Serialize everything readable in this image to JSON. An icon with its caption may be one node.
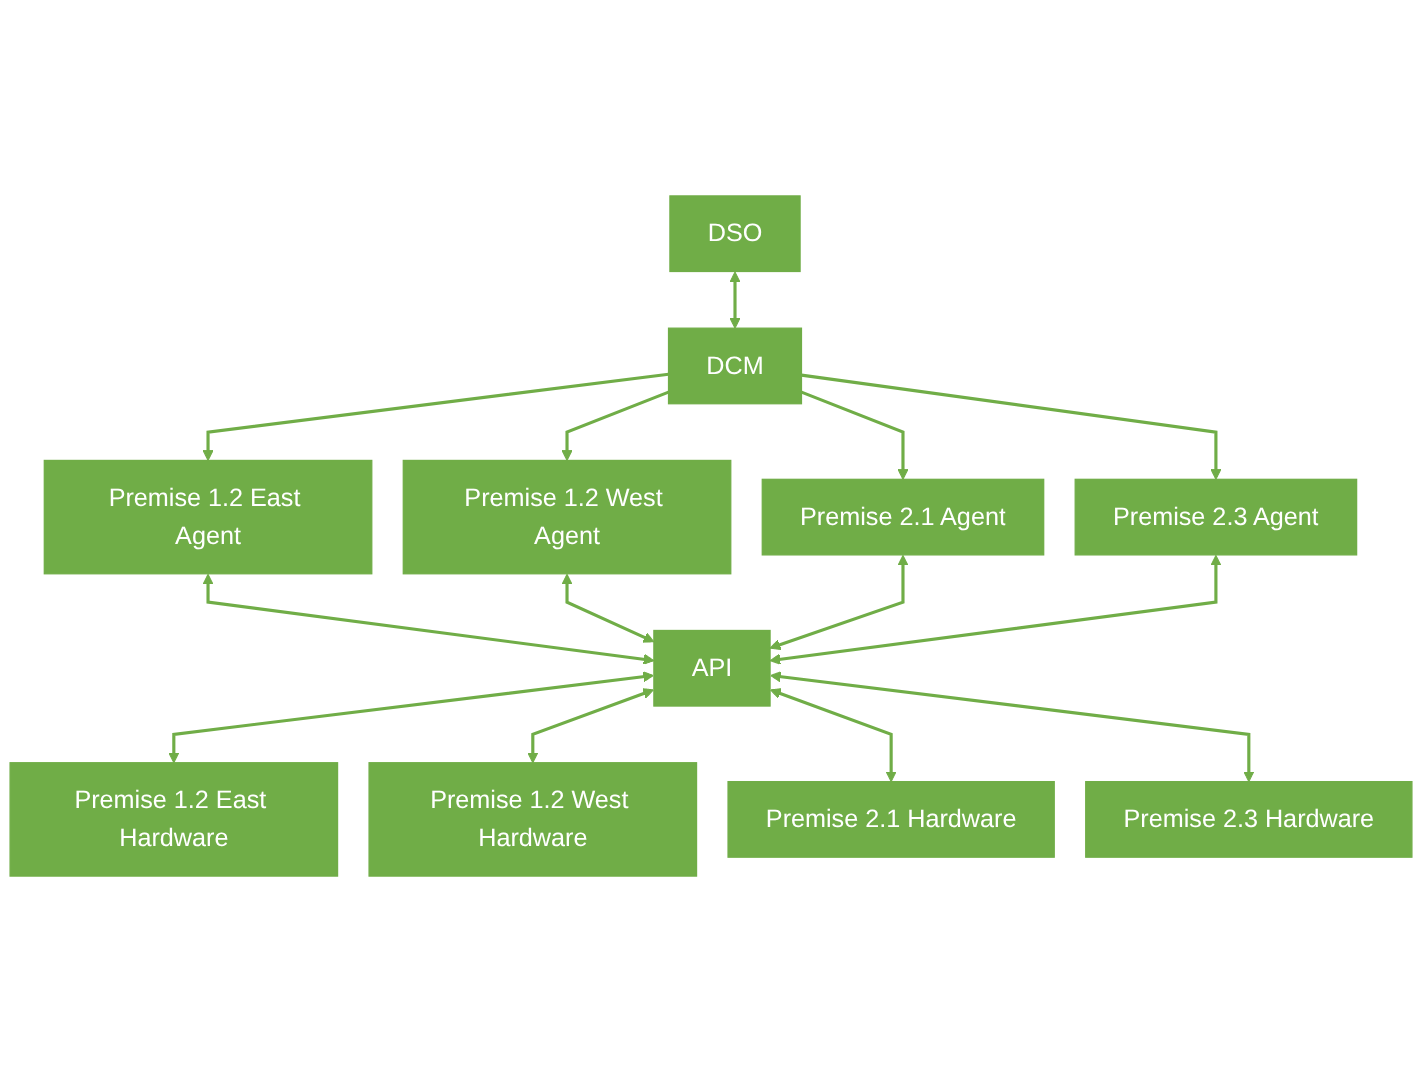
{
  "diagram": {
    "nodes": [
      {
        "text": [
          "DSO"
        ]
      },
      {
        "text": [
          "DCM"
        ]
      },
      {
        "text": [
          "Premise 1.2 East Agent"
        ]
      },
      {
        "text": [
          "Premise 1.2 West Agent"
        ]
      },
      {
        "text": [
          "Premise 2.1 Agent"
        ]
      },
      {
        "text": [
          "Premise 2.3 Agent"
        ]
      },
      {
        "text": [
          "API"
        ]
      },
      {
        "text": [
          "Premise 1.2 East Hardware"
        ]
      },
      {
        "text": [
          "Premise 1.2 West Hardware"
        ]
      },
      {
        "text": [
          "Premise 2.1 Hardware"
        ]
      },
      {
        "text": [
          "Premise 2.3 Hardware"
        ]
      }
    ],
    "edges": [
      {
        "from": 0,
        "to": 1,
        "arrow": "both"
      },
      {
        "from": 1,
        "to": 2,
        "arrow": "to"
      },
      {
        "from": 1,
        "to": 3,
        "arrow": "to"
      },
      {
        "from": 1,
        "to": 4,
        "arrow": "to"
      },
      {
        "from": 1,
        "to": 5,
        "arrow": "to"
      },
      {
        "from": 2,
        "to": 6,
        "arrow": "both"
      },
      {
        "from": 3,
        "to": 6,
        "arrow": "both"
      },
      {
        "from": 4,
        "to": 6,
        "arrow": "both"
      },
      {
        "from": 5,
        "to": 6,
        "arrow": "both"
      },
      {
        "from": 6,
        "to": 7,
        "arrow": "both"
      },
      {
        "from": 6,
        "to": 8,
        "arrow": "both"
      },
      {
        "from": 6,
        "to": 9,
        "arrow": "both"
      },
      {
        "from": 6,
        "to": 10,
        "arrow": "both"
      }
    ]
  }
}
